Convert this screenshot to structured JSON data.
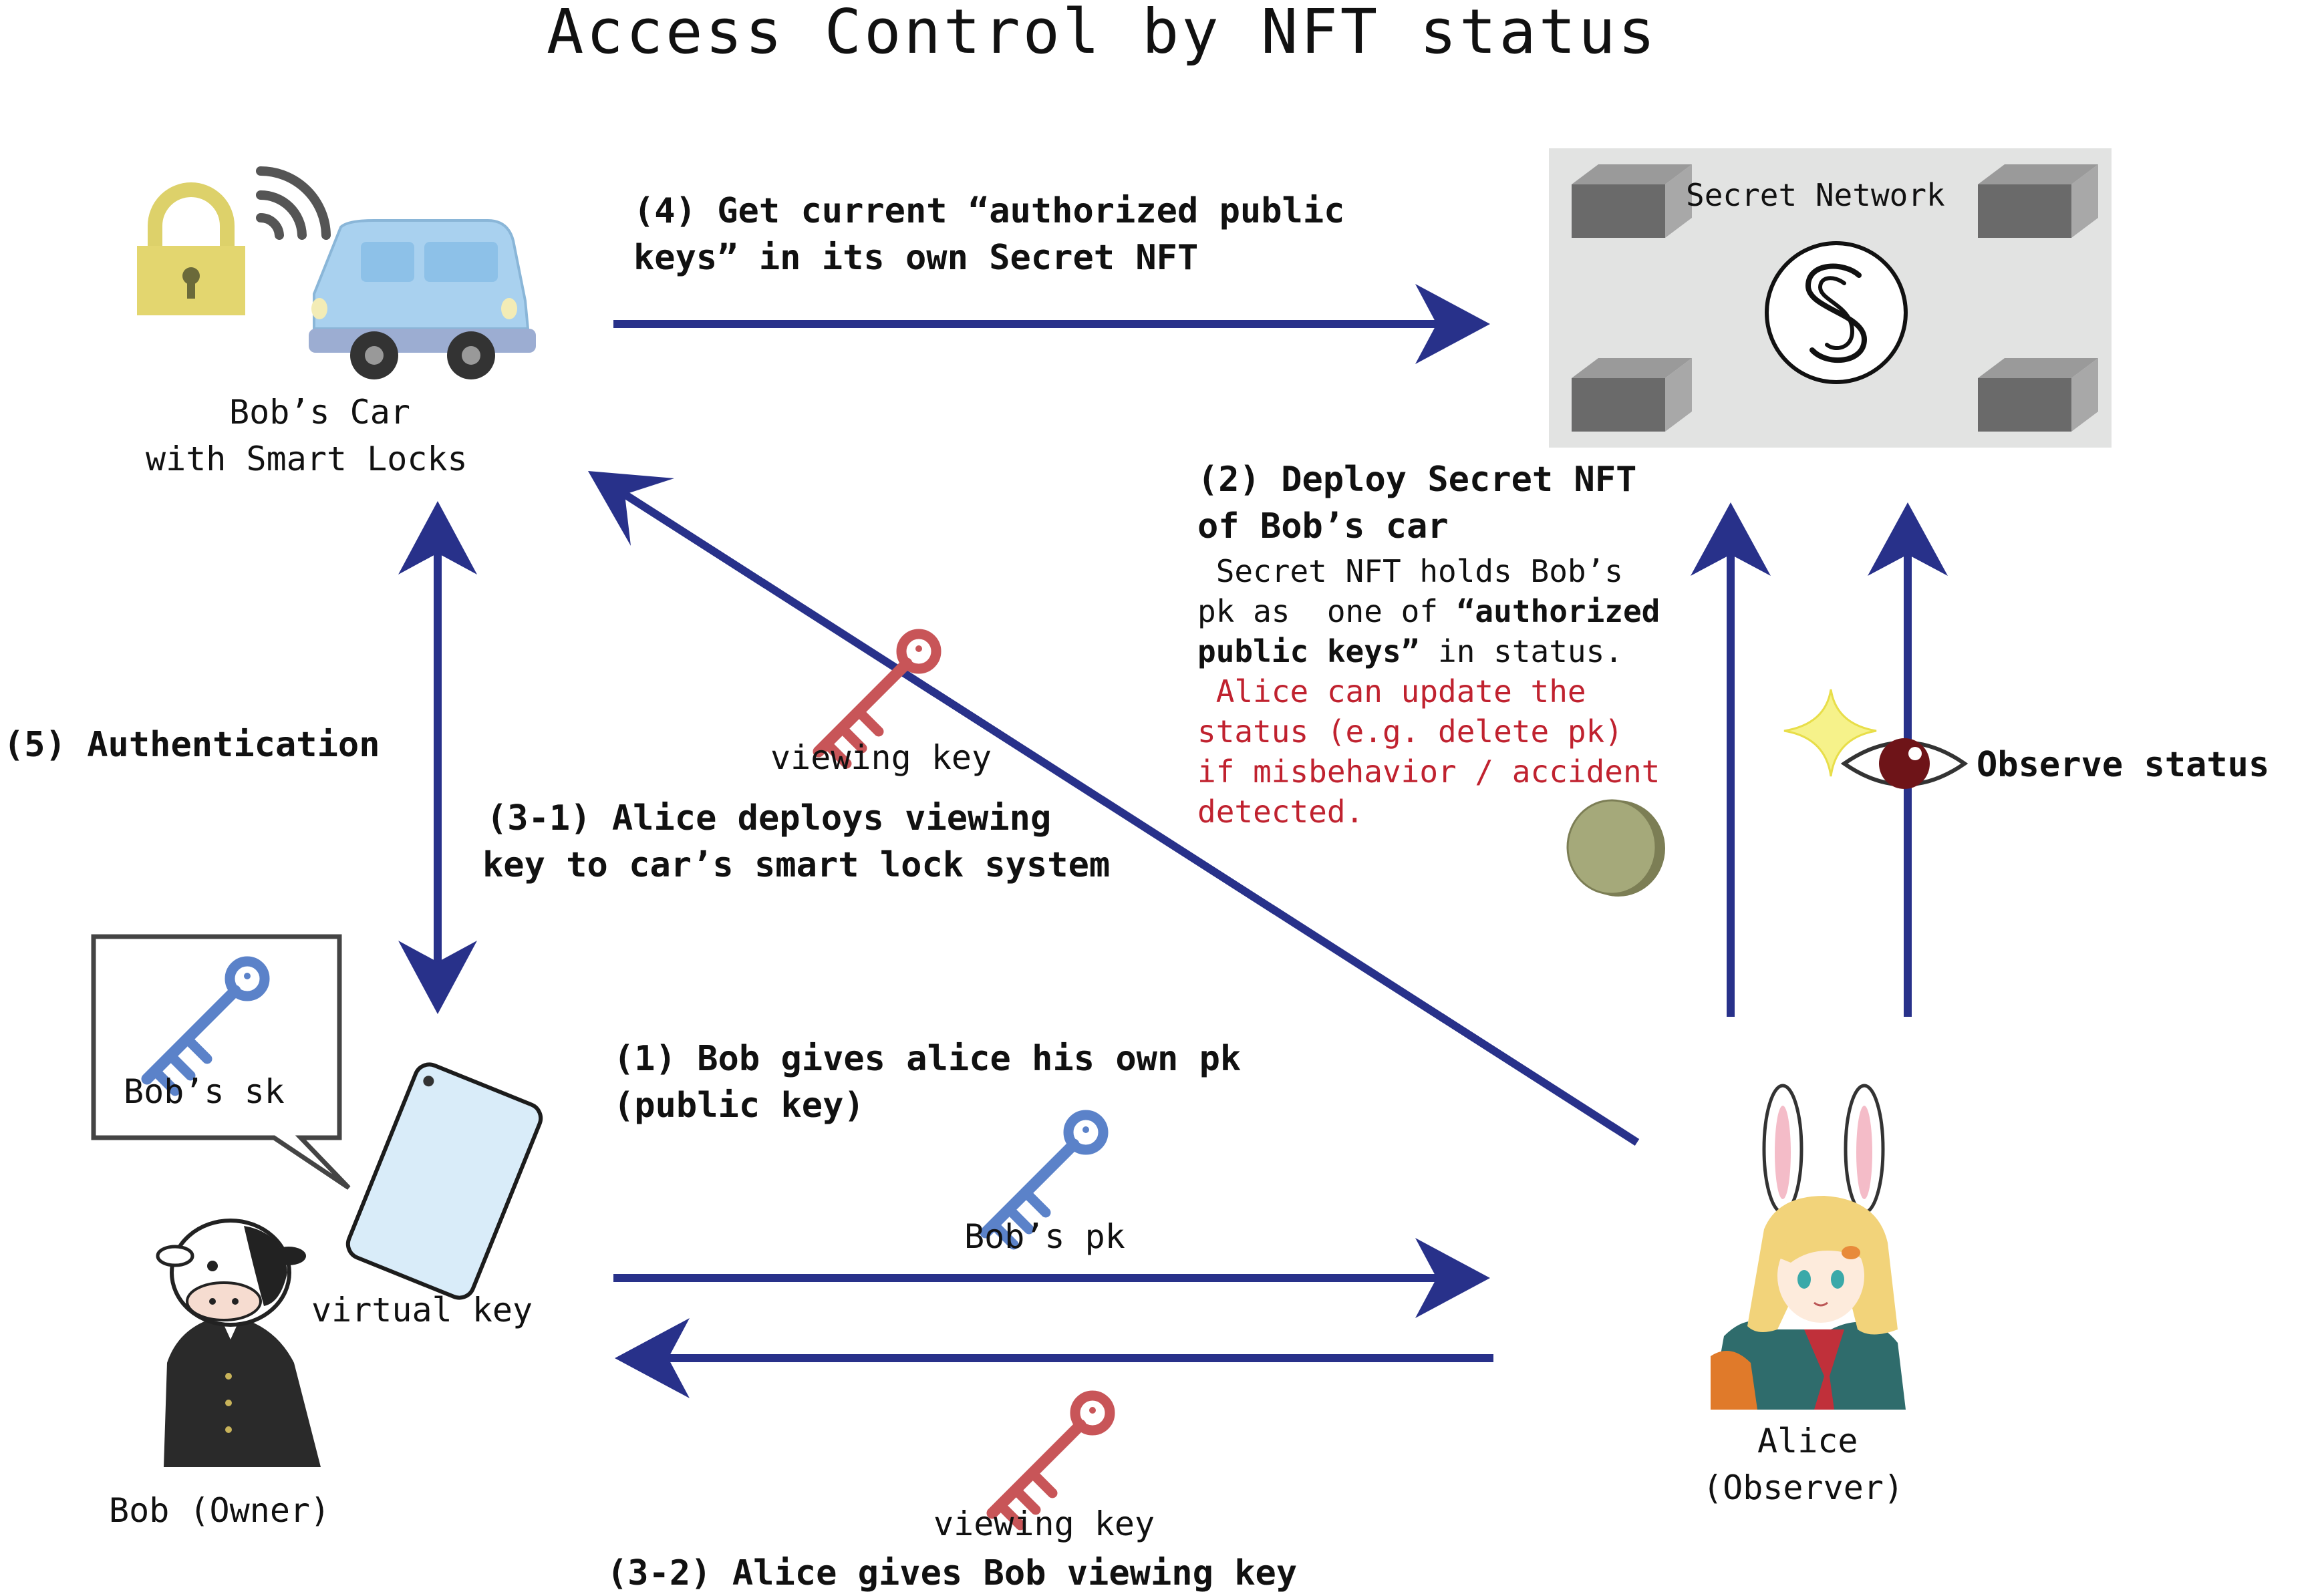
{
  "title": "Access Control by NFT status",
  "nodes": {
    "car": {
      "line1": "Bob’s Car",
      "line2": "with Smart Locks"
    },
    "network": {
      "label": "Secret Network"
    },
    "bob": {
      "label": "Bob (Owner)"
    },
    "alice": {
      "line1": "Alice",
      "line2": "(Observer)"
    },
    "speech": {
      "label": "Bob’s sk"
    },
    "phone": {
      "label": "virtual key"
    }
  },
  "steps": {
    "s1": {
      "line1": "(1) Bob gives alice his own pk",
      "line2": "(public key)"
    },
    "s2": {
      "line1": "(2) Deploy Secret NFT",
      "line2": "of Bob’s car",
      "d1": " Secret NFT holds Bob’s",
      "d2a": "pk as  one of ",
      "d2b": "“authorized",
      "d3a": "public keys”",
      "d3b": " in status.",
      "r1": " Alice can update the",
      "r2": "status (e.g. delete pk)",
      "r3": "if misbehavior / accident",
      "r4": "detected."
    },
    "s31": {
      "line1": "(3-1) Alice deploys viewing",
      "line2": "key to car’s smart lock system"
    },
    "s32": {
      "label": "(3-2) Alice gives Bob viewing key"
    },
    "s4": {
      "line1": "(4) Get current “authorized public",
      "line2": "keys” in its own Secret NFT"
    },
    "s5": {
      "label": "(5) Authentication"
    },
    "observe": {
      "label": "Observe status"
    }
  },
  "keys": {
    "viewing_top": "viewing key",
    "bobs_pk": "Bob’s pk",
    "viewing_bottom": "viewing key"
  },
  "icons": [
    "lock-icon",
    "wireless-signal-icon",
    "car-icon",
    "secret-network-logo-icon",
    "server-block-icon",
    "eye-icon",
    "sparkle-icon",
    "coin-icon",
    "red-key-icon",
    "blue-key-icon",
    "smartphone-icon",
    "cow-character",
    "bunny-girl-character"
  ],
  "colors": {
    "arrow": "#28318a",
    "red_text": "#c0222f",
    "red_key": "#c85558",
    "blue_key": "#5b82c9",
    "network_bg": "#e2e3e2"
  }
}
